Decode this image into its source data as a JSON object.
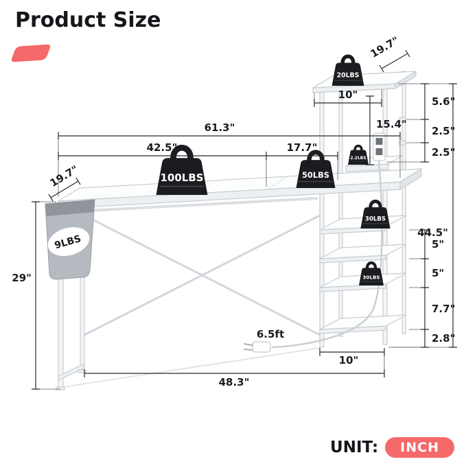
{
  "title": "Product Size",
  "unit": {
    "label": "UNIT:",
    "value": "INCH"
  },
  "accent_color": "#F5696B",
  "dimensions": {
    "desktop_width": "61.3\"",
    "desktop_left_section": "42.5\"",
    "desktop_right_section": "17.7\"",
    "desktop_depth": "19.7\"",
    "desk_height": "29\"",
    "floor_span": "48.3\"",
    "top_shelf_depth": "19.7\"",
    "top_shelf_width": "10\"",
    "shelf_top_offset": "5.6\"",
    "hook_span": "15.4\"",
    "hook_gap_upper": "2.5\"",
    "hook_gap_lower": "2.5\"",
    "total_height": "44.5\"",
    "shelf_gap_1": "5\"",
    "shelf_gap_2": "5\"",
    "shelf_gap_3": "7.7\"",
    "bottom_shelf_clearance": "2.8\"",
    "bottom_shelf_width": "10\"",
    "power_cord_length": "6.5ft"
  },
  "capacities": {
    "top_shelf": "20LBS",
    "hook_shelf": "2.2LBS",
    "desktop_left": "100LBS",
    "desktop_right": "50LBS",
    "upper_shelf": "30LBS",
    "lower_shelf": "30LBS",
    "side_pocket": "9LBS"
  }
}
